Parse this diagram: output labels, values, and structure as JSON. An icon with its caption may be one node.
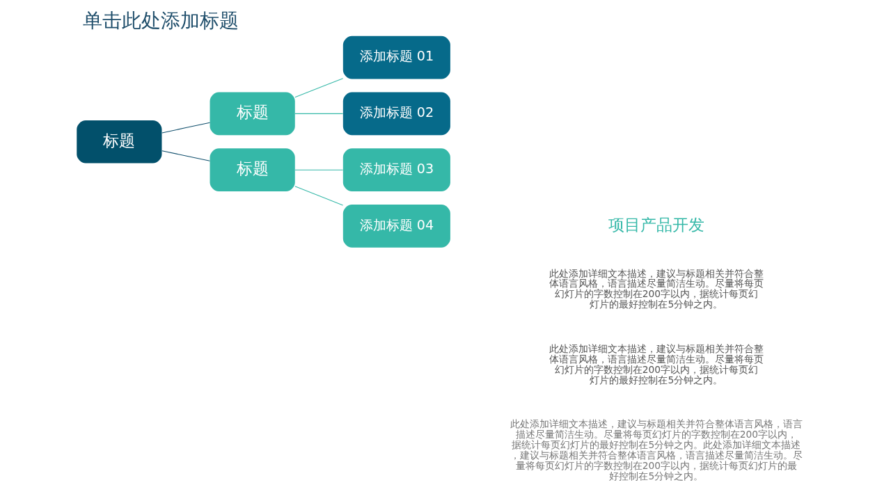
{
  "diagram": {
    "title": "单击此处添加标题",
    "nodes": [
      {
        "text": [
          "标题"
        ]
      },
      {
        "text": [
          "标题"
        ]
      },
      {
        "text": [
          "标题"
        ]
      },
      {
        "text": [
          "添加标题 01"
        ]
      },
      {
        "text": [
          "添加标题 02"
        ]
      },
      {
        "text": [
          "添加标题 03"
        ]
      },
      {
        "text": [
          "添加标题 04"
        ]
      }
    ],
    "edges": [
      {
        "from": 0,
        "to": 1,
        "arrow": "none",
        "color": "#0e4d6b"
      },
      {
        "from": 0,
        "to": 2,
        "arrow": "none",
        "color": "#0e4d6b"
      },
      {
        "from": 1,
        "to": 3,
        "arrow": "none"
      },
      {
        "from": 1,
        "to": 4,
        "arrow": "none"
      },
      {
        "from": 2,
        "to": 5,
        "arrow": "none"
      },
      {
        "from": 2,
        "to": 6,
        "arrow": "none"
      }
    ],
    "labels": [
      "项目产品开发",
      "此处添加详细文本描述，建议与标题相关并符合整体语言风格，语言描述尽量简洁生动。尽量将每页幻灯片的字数控制在200字以内，据统计每页幻灯片的最好控制在5分钟之内。",
      "此处添加详细文本描述，建议与标题相关并符合整体语言风格，语言描述尽量简洁生动。尽量将每页幻灯片的字数控制在200字以内，据统计每页幻灯片的最好控制在5分钟之内。",
      "此处添加详细文本描述，建议与标题相关并符合整体语言风格，语言描述尽量简洁生动。尽量将每页幻灯片的字数控制在200字以内，据统计每页幻灯片的最好控制在5分钟之内。此处添加详细文本描述，建议与标题相关并符合整体语言风格，语言描述尽量简洁生动。尽量将每页幻灯片的字数控制在200字以内，据统计每页幻灯片的最好控制在5分钟之内。"
    ]
  }
}
